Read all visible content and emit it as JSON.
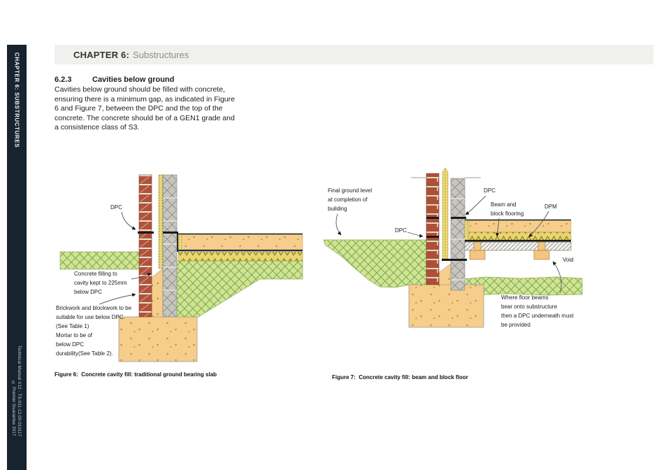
{
  "sidebar": {
    "chapter_label": "CHAPTER 6: SUBSTRUCTURES",
    "manual_ref": "Technical Manual V12 - TS-011-12.00-010117",
    "copyright": "© Premier Guarantee 2017",
    "bg_color": "#17232e"
  },
  "header": {
    "chapter": "CHAPTER 6:",
    "title": "Substructures",
    "bg_color": "#f0f0ef"
  },
  "section": {
    "number": "6.2.3",
    "heading": "Cavities below ground",
    "body": "Cavities below ground should be filled with concrete,\nensuring there is a minimum gap, as indicated in Figure\n6 and Figure 7, between the DPC and the top of the\nconcrete. The concrete should be of a GEN1 grade and\na consistence class of S3."
  },
  "figure6": {
    "caption": "Figure 6:  Concrete cavity fill: traditional ground bearing slab",
    "labels": {
      "dpc": "DPC",
      "concrete_filling": "Concrete filling to\ncavity kept to 225mm\nbelow DPC",
      "brickwork": "Brickwork and blockwork to be\nsuitable for use below DPC.\n(See Table 1)\nMortar to be of\nbelow DPC\ndurability(See Table 2)."
    }
  },
  "figure7": {
    "caption": "Figure 7:  Concrete cavity fill: beam and block floor",
    "labels": {
      "final_ground": "Final ground level\nat completion of\nbuilding",
      "dpc_top": "DPC",
      "beam_block": "Beam and\nblock flooring",
      "dpm": "DPM",
      "dpc_left": "DPC",
      "void": "Void",
      "floor_beams": "Where floor beams\nbear onto substructure\nthen a DPC underneath must\nbe provided"
    }
  },
  "colors": {
    "brick": "#b0523a",
    "blockwork": "#c6c5c0",
    "insulation": "#ecd878",
    "concrete": "#f6cd8b",
    "ground": "#cfe596",
    "dpc_line": "#1a1a1a",
    "dpm_line": "#1d2d50"
  }
}
